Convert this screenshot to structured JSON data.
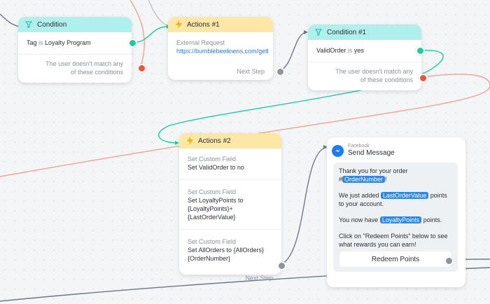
{
  "condition_card": {
    "title": "Condition",
    "tag_label": "Tag",
    "tag_is": "is",
    "tag_value": "Loyalty Program",
    "else_line1": "The user doesn't match any",
    "else_line2": "of these conditions"
  },
  "actions1_card": {
    "title": "Actions #1",
    "action_label": "External Request",
    "url": "https://bumblebeelinens.com/getl",
    "next_step": "Next Step"
  },
  "condition1_card": {
    "title": "Condition #1",
    "condition_field": "ValidOrder",
    "condition_op": "is",
    "condition_value": "yes",
    "else_line1": "The user doesn't match any",
    "else_line2": "of these conditions"
  },
  "actions2_card": {
    "title": "Actions #2",
    "items": [
      {
        "label": "Set Custom Field",
        "line1": "Set ValidOrder to no",
        "line2": ""
      },
      {
        "label": "Set Custom Field",
        "line1": "Set LoyaltyPoints to",
        "line2": "{LoyaltyPoints}+{LastOrderValue}"
      },
      {
        "label": "Set Custom Field",
        "line1": "Set AllOrders to {AllOrders}",
        "line2": "{OrderNumber}"
      }
    ],
    "next_step": "Next Step"
  },
  "message_card": {
    "platform": "Facebook",
    "title": "Send Message",
    "p1_before": "Thank you for your order #",
    "p1_var": "OrderNumber",
    "p1_after": "!",
    "p2_before": "We just added",
    "p2_var": "LastOrderValue",
    "p2_after": "points to your account.",
    "p3_before": "You now have",
    "p3_var": "LoyaltyPoints",
    "p3_after": "points.",
    "p4": "Click on \"Redeem Points\" below to see what rewards you can earn!",
    "button_label": "Redeem Points"
  },
  "colors": {
    "condition_header": "#aff0ec",
    "action_header": "#fde7a6",
    "yes_port": "#1fcb9c",
    "no_port": "#e9553f",
    "link_wire_green": "#1fcb9c",
    "link_wire_red": "#f0a196",
    "link_wire_gray": "#6e7886",
    "variable_chip": "#2b86e4"
  },
  "icons": {
    "condition": "filter-icon",
    "action": "lightning-icon",
    "messenger": "messenger-icon"
  }
}
